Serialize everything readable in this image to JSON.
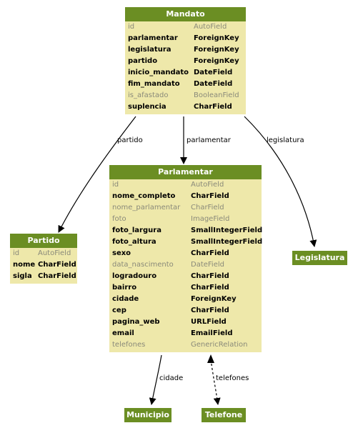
{
  "models": {
    "mandato": {
      "title": "Mandato",
      "fields": [
        {
          "name": "id",
          "type": "AutoField",
          "muted": true
        },
        {
          "name": "parlamentar",
          "type": "ForeignKey",
          "muted": false
        },
        {
          "name": "legislatura",
          "type": "ForeignKey",
          "muted": false
        },
        {
          "name": "partido",
          "type": "ForeignKey",
          "muted": false
        },
        {
          "name": "inicio_mandato",
          "type": "DateField",
          "muted": false
        },
        {
          "name": "fim_mandato",
          "type": "DateField",
          "muted": false
        },
        {
          "name": "is_afastado",
          "type": "BooleanField",
          "muted": true
        },
        {
          "name": "suplencia",
          "type": "CharField",
          "muted": false
        }
      ]
    },
    "parlamentar": {
      "title": "Parlamentar",
      "fields": [
        {
          "name": "id",
          "type": "AutoField",
          "muted": true
        },
        {
          "name": "nome_completo",
          "type": "CharField",
          "muted": false
        },
        {
          "name": "nome_parlamentar",
          "type": "CharField",
          "muted": true
        },
        {
          "name": "foto",
          "type": "ImageField",
          "muted": true
        },
        {
          "name": "foto_largura",
          "type": "SmallIntegerField",
          "muted": false
        },
        {
          "name": "foto_altura",
          "type": "SmallIntegerField",
          "muted": false
        },
        {
          "name": "sexo",
          "type": "CharField",
          "muted": false
        },
        {
          "name": "data_nascimento",
          "type": "DateField",
          "muted": true
        },
        {
          "name": "logradouro",
          "type": "CharField",
          "muted": false
        },
        {
          "name": "bairro",
          "type": "CharField",
          "muted": false
        },
        {
          "name": "cidade",
          "type": "ForeignKey",
          "muted": false
        },
        {
          "name": "cep",
          "type": "CharField",
          "muted": false
        },
        {
          "name": "pagina_web",
          "type": "URLField",
          "muted": false
        },
        {
          "name": "email",
          "type": "EmailField",
          "muted": false
        },
        {
          "name": "telefones",
          "type": "GenericRelation",
          "muted": true
        }
      ]
    },
    "partido": {
      "title": "Partido",
      "fields": [
        {
          "name": "id",
          "type": "AutoField",
          "muted": true
        },
        {
          "name": "nome",
          "type": "CharField",
          "muted": false
        },
        {
          "name": "sigla",
          "type": "CharField",
          "muted": false
        }
      ]
    }
  },
  "references": {
    "legislatura": "Legislatura",
    "municipio": "Municipio",
    "telefone": "Telefone"
  },
  "edges": {
    "partido": "partido",
    "parlamentar": "parlamentar",
    "legislatura": "legislatura",
    "cidade": "cidade",
    "telefones": "telefones"
  },
  "colors": {
    "header": "#6b8e23",
    "body": "#eee8aa",
    "muted_text": "#8a8a7a",
    "edge": "#000000"
  }
}
